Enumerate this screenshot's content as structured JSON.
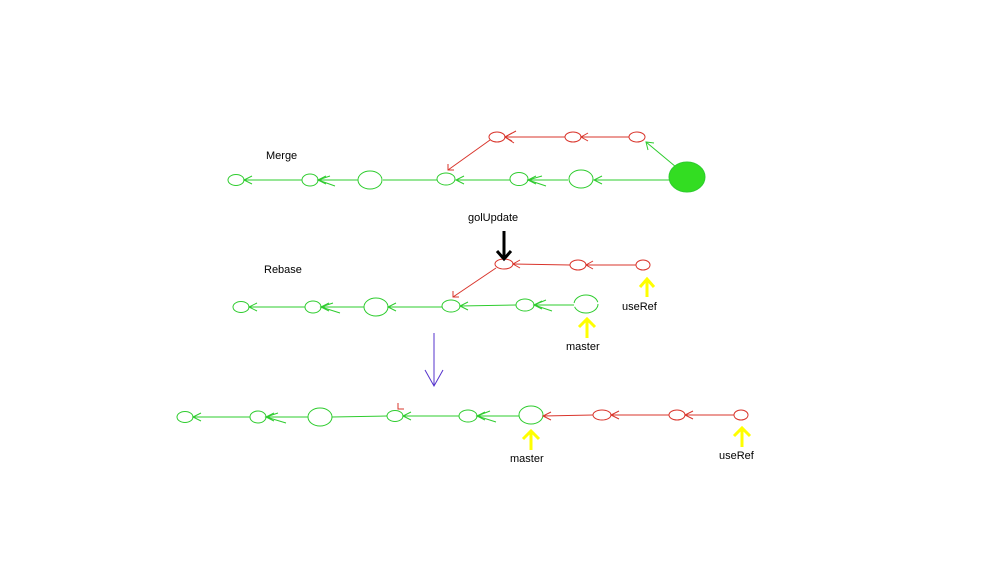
{
  "labels": {
    "merge": "Merge",
    "rebase": "Rebase",
    "gol_update": "golUpdate",
    "use_ref_1": "useRef",
    "master_1": "master",
    "master_2": "master",
    "use_ref_2": "useRef"
  },
  "colors": {
    "main_branch": "#2ecc2e",
    "feature_branch": "#d9342b",
    "head_fill": "#33dd22",
    "pointer_marker": "#ffff00",
    "black_arrow": "#000000",
    "transition_arrow": "#5533cc"
  }
}
